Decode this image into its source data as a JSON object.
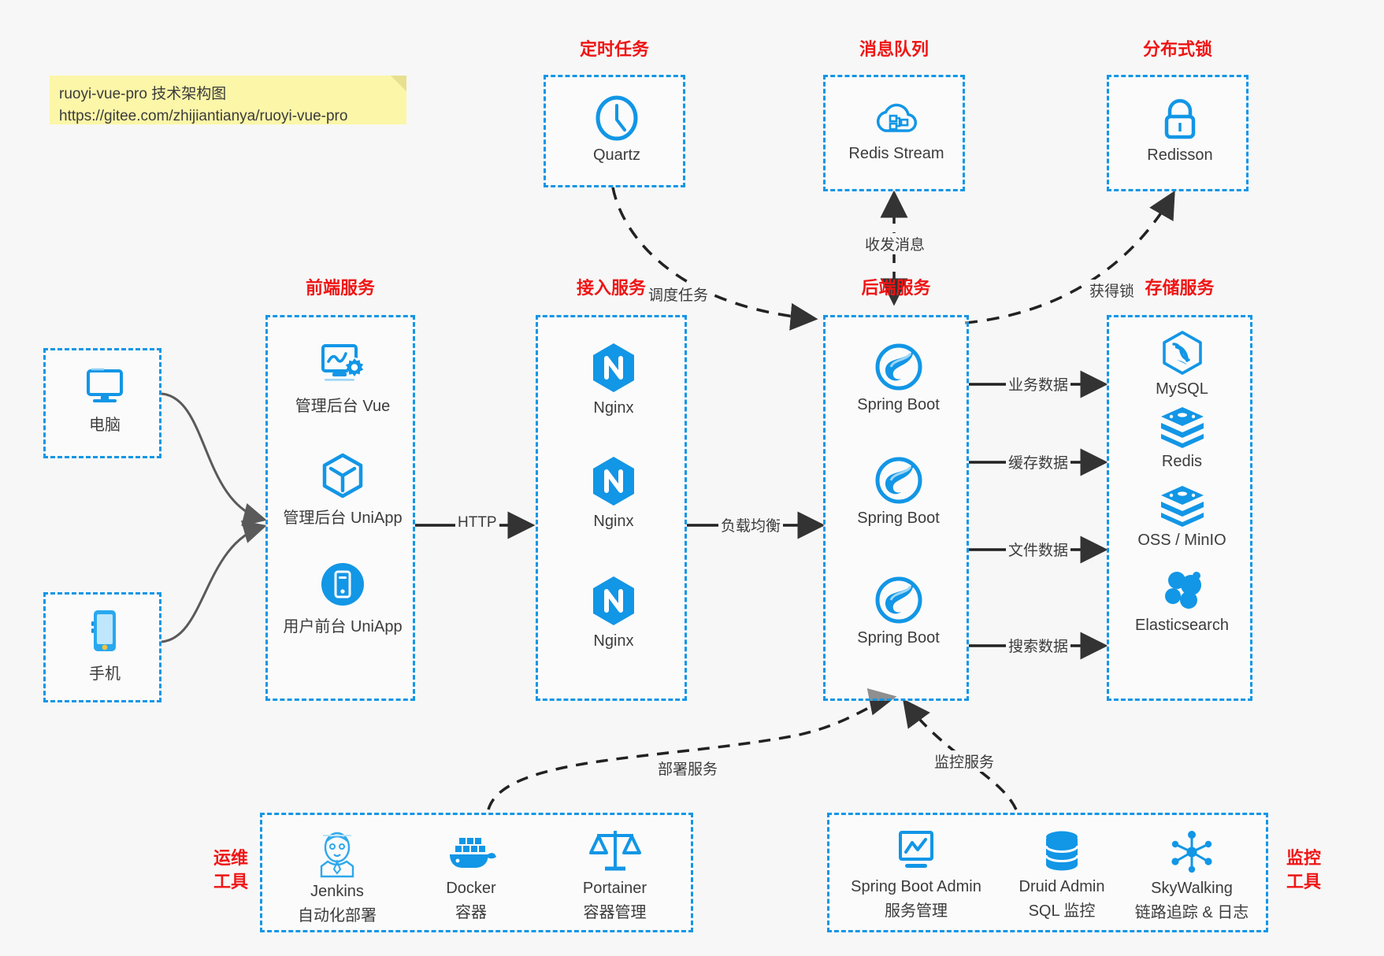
{
  "note": {
    "line1": "ruoyi-vue-pro 技术架构图",
    "line2": "https://gitee.com/zhijiantianya/ruoyi-vue-pro"
  },
  "colors": {
    "accent_blue": "#1296e6",
    "title_red": "#ef1515",
    "text_gray": "#3c3c3c",
    "note_yellow": "#fbf6a8",
    "canvas": "#f7f7f7",
    "edge_dark": "#333333",
    "edge_curve_gray": "#595959"
  },
  "groups": {
    "scheduled_task": {
      "title": "定时任务"
    },
    "message_queue": {
      "title": "消息队列"
    },
    "distributed_lock": {
      "title": "分布式锁"
    },
    "frontend_service": {
      "title": "前端服务"
    },
    "gateway_service": {
      "title": "接入服务"
    },
    "backend_service": {
      "title": "后端服务"
    },
    "storage_service": {
      "title": "存储服务"
    },
    "devops_tools": {
      "title_line1": "运维",
      "title_line2": "工具"
    },
    "monitor_tools": {
      "title_line1": "监控",
      "title_line2": "工具"
    }
  },
  "nodes": {
    "computer": {
      "label": "电脑",
      "icon": "monitor-icon"
    },
    "phone": {
      "label": "手机",
      "icon": "smartphone-icon"
    },
    "quartz": {
      "label": "Quartz",
      "icon": "clock-icon"
    },
    "redis_stream": {
      "label": "Redis Stream",
      "icon": "cloud-stream-icon"
    },
    "redisson": {
      "label": "Redisson",
      "icon": "lock-icon"
    },
    "admin_vue": {
      "label": "管理后台 Vue",
      "icon": "dashboard-gear-icon"
    },
    "admin_uniapp": {
      "label": "管理后台 UniApp",
      "icon": "cube-icon"
    },
    "user_uniapp": {
      "label": "用户前台 UniApp",
      "icon": "mobile-circle-icon"
    },
    "nginx_1": {
      "label": "Nginx",
      "icon": "nginx-icon"
    },
    "nginx_2": {
      "label": "Nginx",
      "icon": "nginx-icon"
    },
    "nginx_3": {
      "label": "Nginx",
      "icon": "nginx-icon"
    },
    "springboot_1": {
      "label": "Spring Boot",
      "icon": "spring-leaf-icon"
    },
    "springboot_2": {
      "label": "Spring Boot",
      "icon": "spring-leaf-icon"
    },
    "springboot_3": {
      "label": "Spring Boot",
      "icon": "spring-leaf-icon"
    },
    "mysql": {
      "label": "MySQL",
      "icon": "mysql-dolphin-icon"
    },
    "redis": {
      "label": "Redis",
      "icon": "redis-stack-icon"
    },
    "oss_minio": {
      "label": "OSS / MinIO",
      "icon": "redis-stack-icon"
    },
    "elasticsearch": {
      "label": "Elasticsearch",
      "icon": "elasticsearch-icon"
    },
    "jenkins": {
      "label": "Jenkins",
      "sub": "自动化部署",
      "icon": "jenkins-butler-icon"
    },
    "docker": {
      "label": "Docker",
      "sub": "容器",
      "icon": "docker-whale-icon"
    },
    "portainer": {
      "label": "Portainer",
      "sub": "容器管理",
      "icon": "scales-icon"
    },
    "spring_boot_admin": {
      "label": "Spring Boot Admin",
      "sub": "服务管理",
      "icon": "monitor-chart-icon"
    },
    "druid_admin": {
      "label": "Druid Admin",
      "sub": "SQL 监控",
      "icon": "database-icon"
    },
    "skywalking": {
      "label": "SkyWalking",
      "sub": "链路追踪 & 日志",
      "icon": "network-nodes-icon"
    }
  },
  "edges": {
    "schedule_task": "调度任务",
    "send_receive_message": "收发消息",
    "acquire_lock": "获得锁",
    "http": "HTTP",
    "load_balance": "负载均衡",
    "business_data": "业务数据",
    "cache_data": "缓存数据",
    "file_data": "文件数据",
    "search_data": "搜索数据",
    "deploy_service": "部署服务",
    "monitor_service": "监控服务"
  }
}
